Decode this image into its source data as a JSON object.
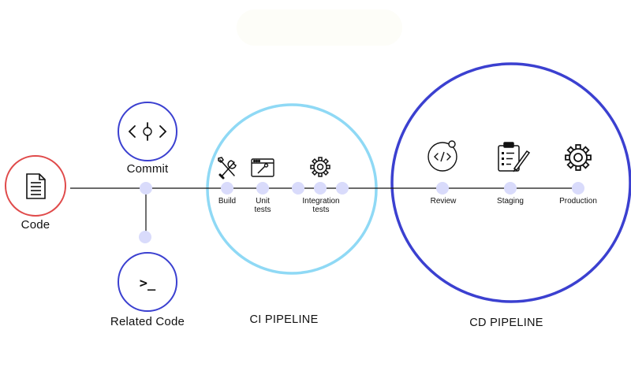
{
  "nodes": {
    "code": "Code",
    "commit": "Commit",
    "related_code": "Related Code",
    "related_code_symbol": ">_"
  },
  "ci": {
    "title": "CI PIPELINE",
    "stages": {
      "build": "Build",
      "unit_tests_line1": "Unit",
      "unit_tests_line2": "tests",
      "integration_tests_line1": "Integration",
      "integration_tests_line2": "tests"
    }
  },
  "cd": {
    "title": "CD PIPELINE",
    "stages": {
      "review": "Review",
      "staging": "Staging",
      "production": "Production"
    }
  },
  "icons": {
    "code": "document-icon",
    "commit": "commit-icon",
    "related_code": "terminal-icon",
    "build": "tools-icon",
    "unit_tests": "browser-window-icon",
    "integration_tests": "gear-icon",
    "review": "code-tag-icon",
    "staging": "checklist-icon",
    "production": "gear-icon"
  },
  "colors": {
    "code_ring": "#e04a4a",
    "node_ring": "#3b40d0",
    "ci_ring": "#8fd9f5",
    "cd_ring": "#3b40d0",
    "dot": "#d9dbfb",
    "line": "#111111"
  }
}
